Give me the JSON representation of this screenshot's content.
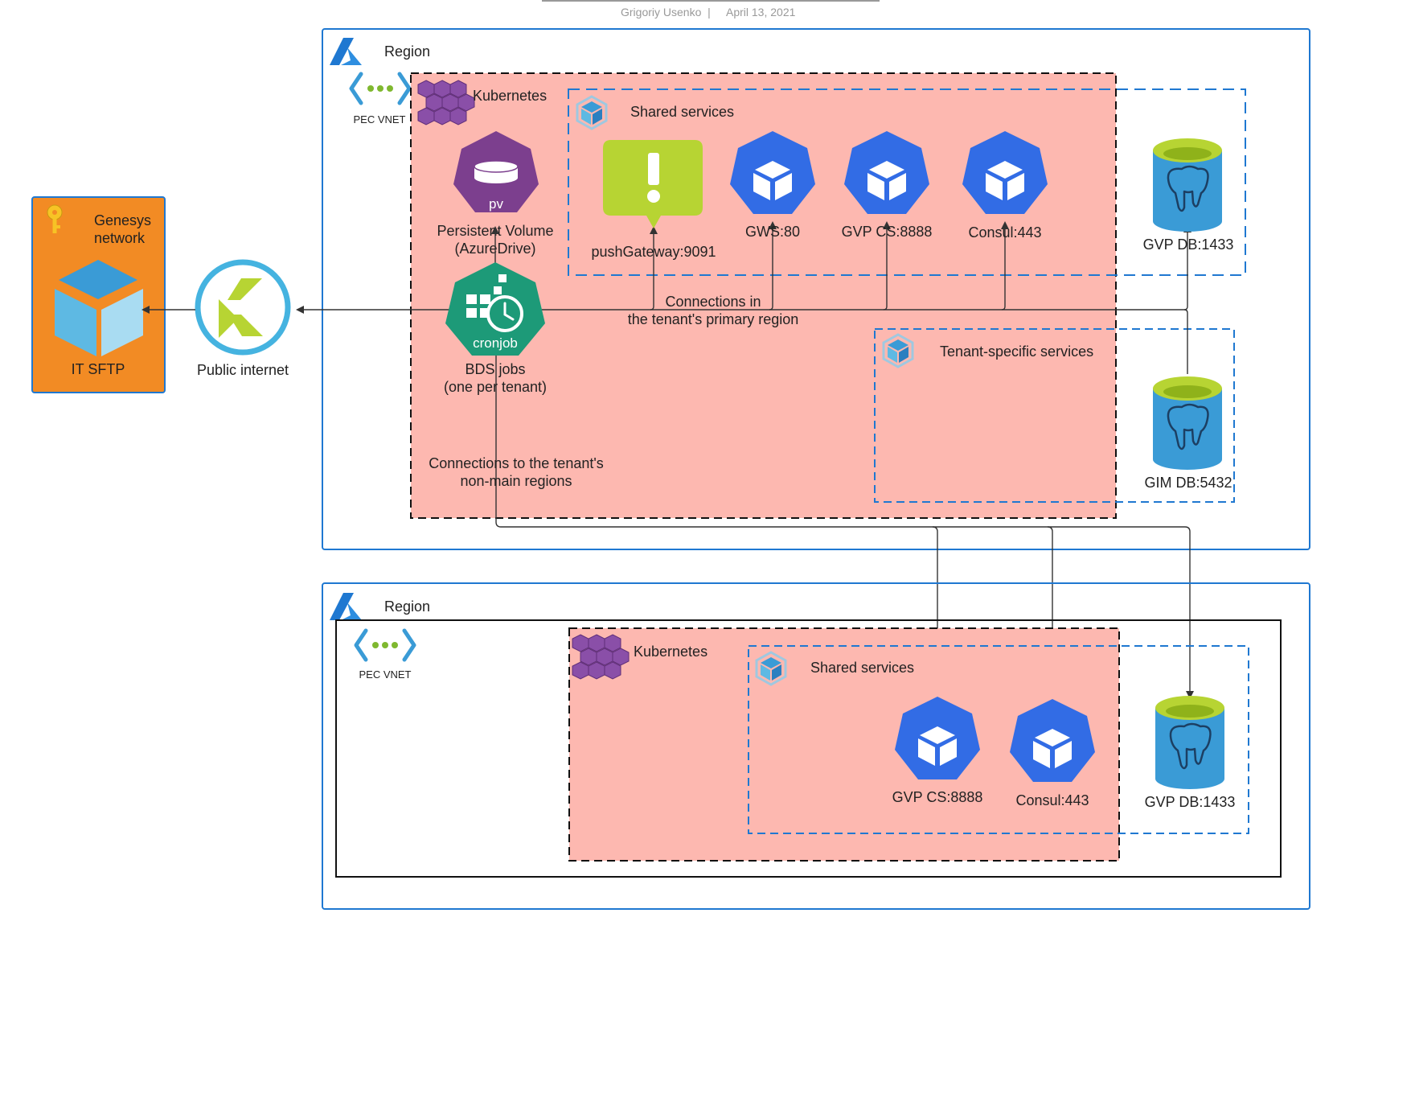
{
  "header": {
    "author": "Grigoriy Usenko",
    "separator": "|",
    "date": "April 13, 2021"
  },
  "colors": {
    "azure_blue": "#1f78d1",
    "k8s_blue": "#326ce5",
    "pink_fill": "#fdb8b0",
    "orange": "#f28b24",
    "cyan": "#45b3e0",
    "lime": "#b7d433",
    "purple": "#7c3f8e",
    "teal": "#1d9a78",
    "cube_light": "#5eb9e3"
  },
  "icons": {
    "azure": "azure-logo-icon",
    "vnet": "vnet-icon",
    "k8s": "kubernetes-cluster-icon",
    "service": "k8s-service-icon",
    "db": "postgres-db-icon",
    "key": "key-icon",
    "cube": "cube-icon",
    "alert": "alert-icon",
    "pv": "pv-icon",
    "cronjob": "cronjob-icon",
    "remote": "remote-connection-icon"
  },
  "genesys": {
    "title_line1": "Genesys",
    "title_line2": "network",
    "sftp": "IT SFTP"
  },
  "internet": {
    "label": "Public internet"
  },
  "region1": {
    "title": "Region",
    "vnet": "PEC VNET",
    "kubernetes": "Kubernetes",
    "shared_services": "Shared services",
    "tenant_services": "Tenant-specific services",
    "pv_glyph": "pv",
    "pv_line1": "Persistent Volume",
    "pv_line2": "(AzureDrive)",
    "cronjob_glyph": "cronjob",
    "bds_line1": "BDS jobs",
    "bds_line2": "(one per tenant)",
    "push_gateway": "pushGateway:9091",
    "gws": "GWS:80",
    "gvp_cs": "GVP CS:8888",
    "consul": "Consul:443",
    "gvp_db": "GVP DB:1433",
    "gim_db": "GIM DB:5432",
    "conn_primary_line1": "Connections in",
    "conn_primary_line2": "the tenant's primary region",
    "conn_other_line1": "Connections to the tenant's",
    "conn_other_line2": "non-main regions"
  },
  "region2": {
    "title": "Region",
    "vnet": "PEC VNET",
    "kubernetes": "Kubernetes",
    "shared_services": "Shared services",
    "gvp_cs": "GVP CS:8888",
    "consul": "Consul:443",
    "gvp_db": "GVP DB:1433"
  }
}
